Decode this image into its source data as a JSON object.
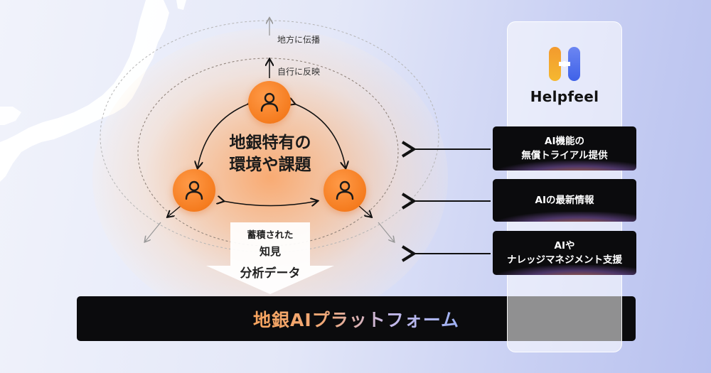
{
  "center": {
    "line1": "地銀特有の",
    "line2": "環境や課題"
  },
  "labels": {
    "propagate": "地方に伝播",
    "reflect": "自行に反映"
  },
  "funnel": {
    "line1": "蓄積された",
    "line2": "知見",
    "line3": "分析データ"
  },
  "platform": {
    "title": "地銀AIプラットフォーム"
  },
  "brand": {
    "name": "Helpfeel"
  },
  "services": [
    {
      "line1": "AI機能の",
      "line2": "無償トライアル提供"
    },
    {
      "line1": "AIの最新情報",
      "line2": ""
    },
    {
      "line1": "AIや",
      "line2": "ナレッジマネジメント支援"
    }
  ],
  "colors": {
    "accent": "#f57c1f",
    "panel": "#0b0b0d"
  }
}
